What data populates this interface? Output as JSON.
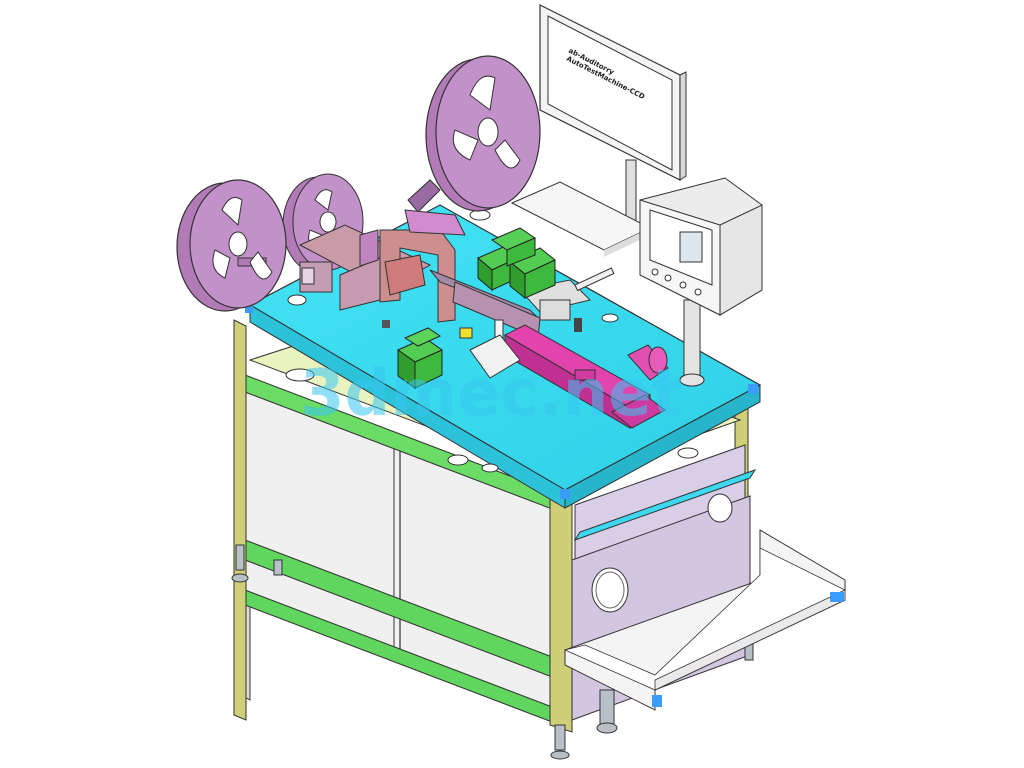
{
  "image": {
    "kind": "3D CAD isometric render of an automatic tape-reel assembly machine"
  },
  "monitor": {
    "screen_line_1": "ab-Auditorry",
    "screen_line_2": "AutoTestMachine-CCD"
  },
  "watermark": {
    "text": "3dmec.net"
  },
  "colors": {
    "table_top": "#35dcef",
    "frame_yellow": "#c8c870",
    "frame_green": "#5ed35e",
    "reel_purple": "#b27bb8",
    "module_green": "#3fb83f",
    "rail_magenta": "#d4379e",
    "mech_pink": "#c89898",
    "panel_white": "#f2f2f2",
    "lavender": "#dcd0e8"
  }
}
